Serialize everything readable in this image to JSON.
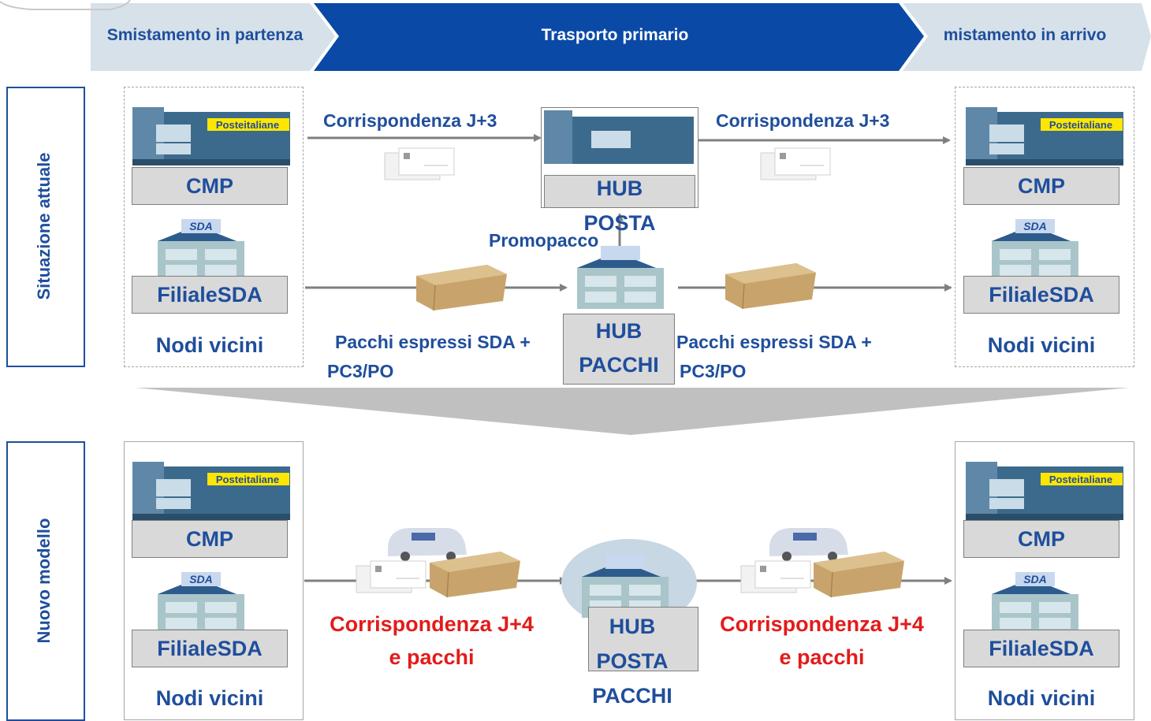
{
  "header": {
    "stage1": "Smistamento in partenza",
    "stage2": "Trasporto primario",
    "stage3": "mistamento in arrivo"
  },
  "sections": {
    "current": "Situazione attuale",
    "new": "Nuovo modello"
  },
  "nodes": {
    "cmp": "CMP",
    "filiale": "FilialeSDA",
    "vicini": "Nodi vicini",
    "poste_sign": "Posteitaliane",
    "sda_sign": "SDA"
  },
  "current": {
    "mail_flow_left": "Corrispondenza J+3",
    "mail_flow_right": "Corrispondenza J+3",
    "hub_posta_line1": "HUB",
    "hub_posta_line2": "POSTA",
    "promo": "Promopacco",
    "parcel_left_l1": "Pacchi espressi SDA +",
    "parcel_left_l2": "PC3/PO",
    "parcel_right_l1": "Pacchi espressi SDA +",
    "parcel_right_l2": "PC3/PO",
    "hub_pacchi_line1": "HUB",
    "hub_pacchi_line2": "PACCHI"
  },
  "new": {
    "flow_left_l1": "Corrispondenza J+4",
    "flow_left_l2": "e pacchi",
    "flow_right_l1": "Corrispondenza J+4",
    "flow_right_l2": "e pacchi",
    "hub_line1": "HUB",
    "hub_line2": "POSTA",
    "hub_line3": "PACCHI"
  },
  "colors": {
    "brand_blue": "#1f4e9c",
    "header_dark": "#0a4aa6",
    "header_light": "#d6e1ea",
    "accent_red": "#e31b1b",
    "arrow_gray": "#7f7f7f",
    "poste_yellow": "#ffe600"
  }
}
